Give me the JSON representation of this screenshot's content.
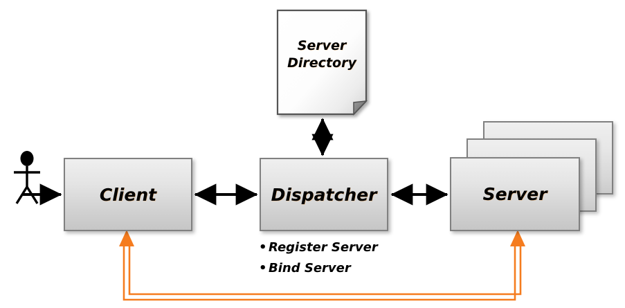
{
  "diagram": {
    "title": "Client Dispatcher Server architecture diagram",
    "background_color": "#ffffff",
    "accent_color": "#f57c1f",
    "node_border_color": "#808080",
    "nodes": {
      "actor": {
        "label": "",
        "icon": "actor-stick-figure-icon"
      },
      "client": {
        "label": "Client"
      },
      "dispatcher": {
        "label": "Dispatcher"
      },
      "server": {
        "label": "Server",
        "stack_count": 3
      },
      "server_directory": {
        "label_line1": "Server",
        "label_line2": "Directory",
        "shape": "document"
      }
    },
    "connectors": [
      {
        "name": "actor-to-client",
        "from": "actor",
        "to": "client",
        "style": "solid-black",
        "arrows": "single",
        "color": "#000000"
      },
      {
        "name": "client-dispatcher",
        "from": "client",
        "to": "dispatcher",
        "style": "solid-black",
        "arrows": "double",
        "color": "#000000"
      },
      {
        "name": "dispatcher-server",
        "from": "dispatcher",
        "to": "server",
        "style": "solid-black",
        "arrows": "double",
        "color": "#000000"
      },
      {
        "name": "dispatcher-serverdirectory",
        "from": "dispatcher",
        "to": "server_directory",
        "style": "solid-black",
        "arrows": "double",
        "color": "#000000"
      },
      {
        "name": "server-to-client-feedback",
        "from": "server",
        "to": "client",
        "style": "double-stroke-orange",
        "arrows": "double-ended-up",
        "color": "#f57c1f"
      }
    ],
    "annotations": {
      "operations": [
        "Register Server",
        "Bind Server"
      ]
    }
  }
}
